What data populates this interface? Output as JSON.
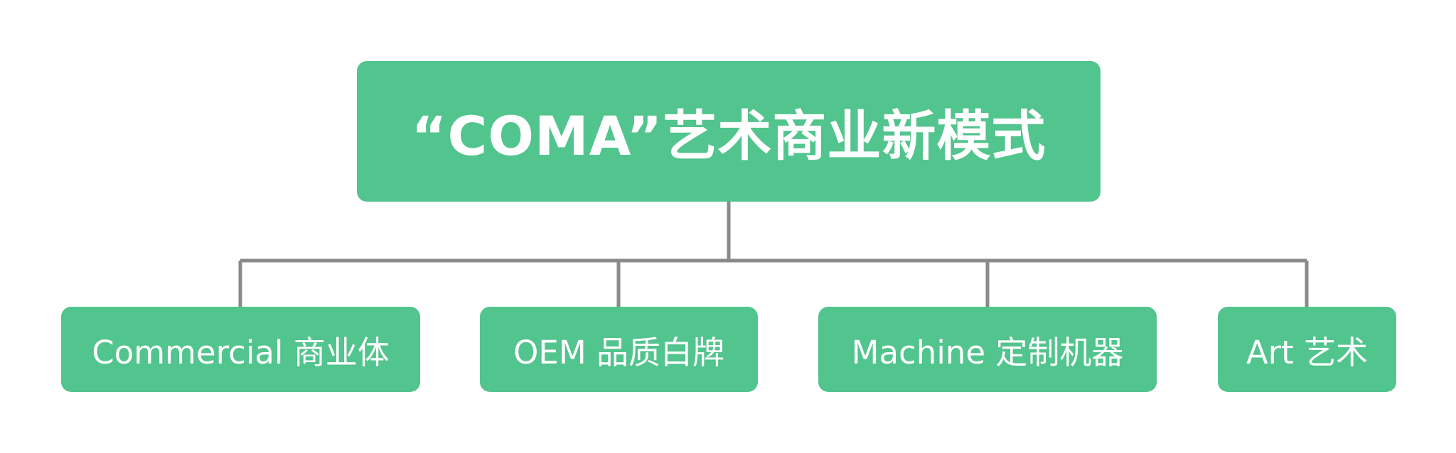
{
  "colors": {
    "node_fill": "#52C48D",
    "connector": "#8A8A8A",
    "text": "#FFFFFF"
  },
  "root": {
    "label": "“COMA”艺术商业新模式"
  },
  "children": [
    {
      "label": "Commercial 商业体"
    },
    {
      "label": "OEM 品质白牌"
    },
    {
      "label": "Machine 定制机器"
    },
    {
      "label": "Art 艺术"
    }
  ]
}
